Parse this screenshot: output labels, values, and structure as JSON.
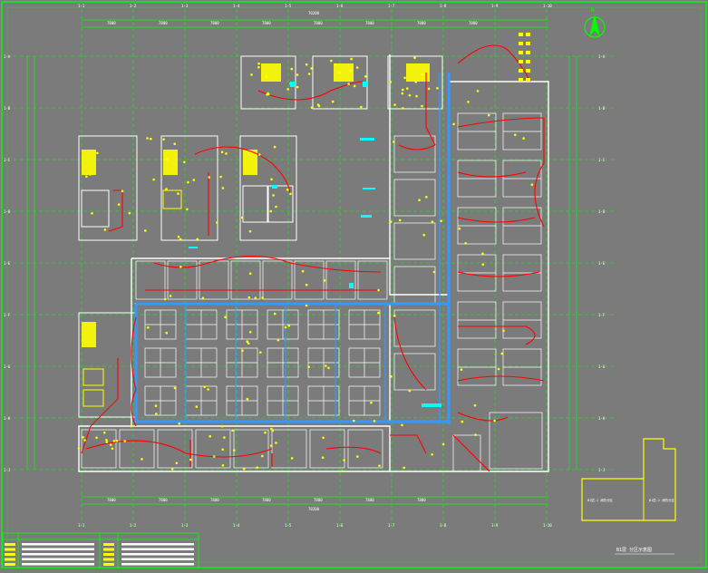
{
  "drawing": {
    "colors": {
      "background": "#7b7b7b",
      "frame": "#00ff00",
      "grid_bubble": "#ffffff",
      "wall": "#ffffff",
      "fire_line": "#ff0000",
      "duct": "#3399ff",
      "device": "#ffff00",
      "cyan_note": "#00ffff",
      "title_block": "#00ff00",
      "key_plan": "#ffff00"
    },
    "column_grid_labels": [
      "1-1",
      "1-2",
      "1-3",
      "1-4",
      "1-5",
      "1-6",
      "1-7",
      "1-8",
      "1-9",
      "1-10"
    ],
    "row_grid_labels": [
      "1-A",
      "1-B",
      "1-C",
      "1-D",
      "1-E",
      "1-F",
      "1-G",
      "1-H",
      "1-J",
      "1-K"
    ],
    "top_dimensions": [
      "7800",
      "7800",
      "7800",
      "7800",
      "7800",
      "7800",
      "7800",
      "7800"
    ],
    "overall_top_dimension": "70200",
    "bottom_dimensions": [
      "7800",
      "7800",
      "7800",
      "7800",
      "7800",
      "7800",
      "7800"
    ],
    "overall_bottom_dimension": "70200",
    "key_plan": {
      "title": "B1层 分区示意图",
      "zone_left": "B1层-1 消防分区",
      "zone_right": "B1层-2 消防分区"
    },
    "north_arrow": "N",
    "legend_rows": 5
  }
}
